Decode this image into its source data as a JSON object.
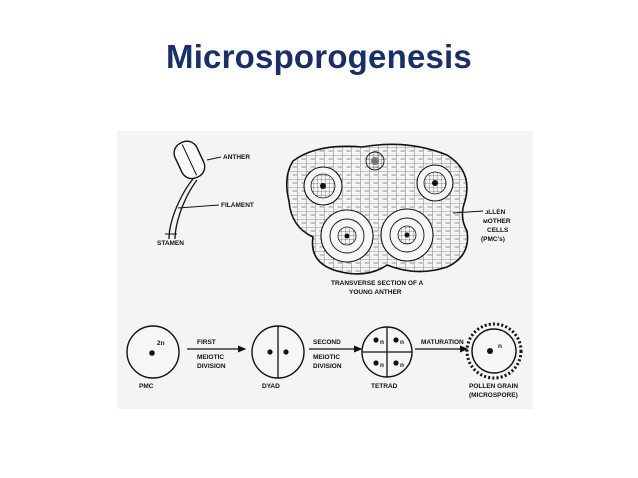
{
  "slide": {
    "title": "Microsporogenesis"
  },
  "diagram": {
    "stamen": {
      "anther_label": "ANTHER",
      "filament_label": "FILAMENT",
      "stamen_label": "STAMEN"
    },
    "anther_section": {
      "pmc_label_lines": [
        "ᴊLLEN",
        "ᴍOTHER",
        "CELLS",
        "(PMC's)"
      ],
      "caption_lines": [
        "TRANSVERSE SECTION OF A",
        "YOUNG ANTHER"
      ]
    },
    "sequence": {
      "pmc_label": "PMC",
      "ploidy_label": "2n",
      "first_division_lines": [
        "FIRST",
        "MEIOTIC",
        "DIVISION"
      ],
      "dyad_label": "DYAD",
      "second_division_lines": [
        "SECOND",
        "MEIOTIC",
        "DIVISION"
      ],
      "tetrad_label": "TETRAD",
      "tetrad_cell_label": "n",
      "maturation_label": "MATURATION",
      "pollen_cell_label": "n",
      "pollen_label_lines": [
        "POLLEN GRAIN",
        "(MICROSPORE)"
      ]
    }
  }
}
